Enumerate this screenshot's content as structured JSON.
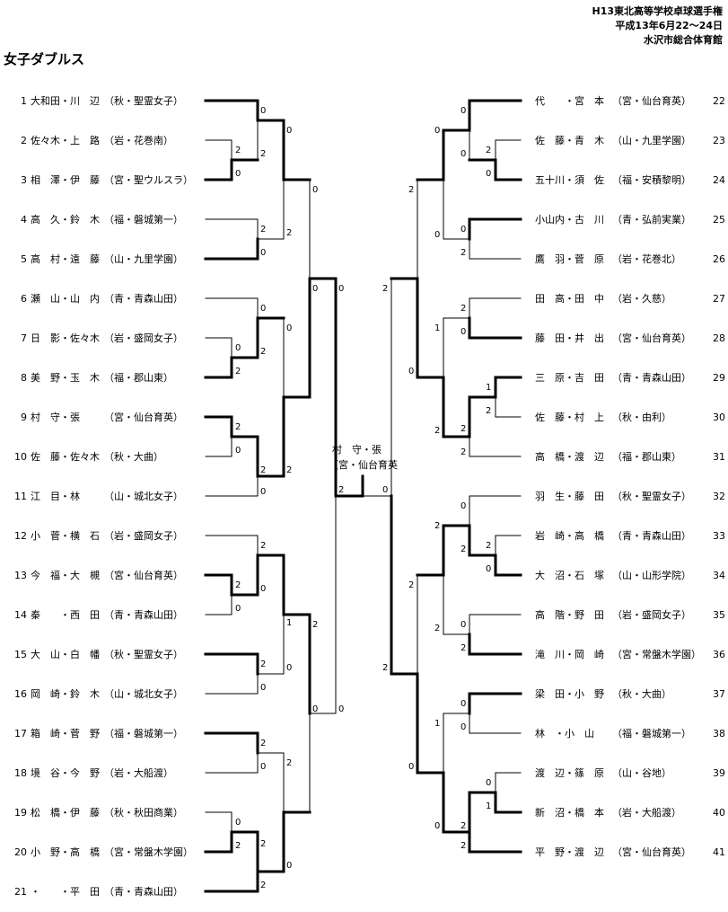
{
  "header": {
    "line1": "H13東北高等学校卓球選手権",
    "line2": "平成13年6月22〜24日",
    "line3": "水沢市総合体育館"
  },
  "event_title": "女子ダブルス",
  "winner": {
    "line1": "村　守・張",
    "line2": "（宮・仙台育英"
  },
  "left_players": [
    {
      "num": "1",
      "name": "大和田・川　辺",
      "team": "（秋・聖霊女子）"
    },
    {
      "num": "2",
      "name": "佐々木・上　路",
      "team": "（岩・花巻南）"
    },
    {
      "num": "3",
      "name": "相　澤・伊　藤",
      "team": "（宮・聖ウルスラ）"
    },
    {
      "num": "4",
      "name": "高　久・鈴　木",
      "team": "（福・磐城第一）"
    },
    {
      "num": "5",
      "name": "高　村・遠　藤",
      "team": "（山・九里学園）"
    },
    {
      "num": "6",
      "name": "瀬　山・山　内",
      "team": "（青・青森山田）"
    },
    {
      "num": "7",
      "name": "日　影・佐々木",
      "team": "（岩・盛岡女子）"
    },
    {
      "num": "8",
      "name": "美　野・玉　木",
      "team": "（福・郡山東）"
    },
    {
      "num": "9",
      "name": "村　守・張",
      "team": "（宮・仙台育英）"
    },
    {
      "num": "10",
      "name": "佐　藤・佐々木",
      "team": "（秋・大曲）"
    },
    {
      "num": "11",
      "name": "江　目・林",
      "team": "（山・城北女子）"
    },
    {
      "num": "12",
      "name": "小　菅・横　石",
      "team": "（岩・盛岡女子）"
    },
    {
      "num": "13",
      "name": "今　福・大　槻",
      "team": "（宮・仙台育英）"
    },
    {
      "num": "14",
      "name": "秦　　・西　田",
      "team": "（青・青森山田）"
    },
    {
      "num": "15",
      "name": "大　山・白　幡",
      "team": "（秋・聖霊女子）"
    },
    {
      "num": "16",
      "name": "岡　崎・鈴　木",
      "team": "（山・城北女子）"
    },
    {
      "num": "17",
      "name": "箱　崎・菅　野",
      "team": "（福・磐城第一）"
    },
    {
      "num": "18",
      "name": "境　谷・今　野",
      "team": "（岩・大船渡）"
    },
    {
      "num": "19",
      "name": "松　橋・伊　藤",
      "team": "（秋・秋田商業）"
    },
    {
      "num": "20",
      "name": "小　野・高　橋",
      "team": "（宮・常盤木学園）"
    },
    {
      "num": "21",
      "name": "・　　・平　田",
      "team": "（青・青森山田）"
    }
  ],
  "right_players": [
    {
      "num": "22",
      "name": "代　　・宮　本",
      "team": "（宮・仙台育英）"
    },
    {
      "num": "23",
      "name": "佐　藤・青　木",
      "team": "（山・九里学園）"
    },
    {
      "num": "24",
      "name": "五十川・須　佐",
      "team": "（福・安積黎明）"
    },
    {
      "num": "25",
      "name": "小山内・古　川",
      "team": "（青・弘前実業）"
    },
    {
      "num": "26",
      "name": "鷹　羽・菅　原",
      "team": "（岩・花巻北）"
    },
    {
      "num": "27",
      "name": "田　高・田　中",
      "team": "（岩・久慈）"
    },
    {
      "num": "28",
      "name": "藤　田・井　出",
      "team": "（宮・仙台育英）"
    },
    {
      "num": "29",
      "name": "三　原・吉　田",
      "team": "（青・青森山田）"
    },
    {
      "num": "30",
      "name": "佐　藤・村　上",
      "team": "（秋・由利）"
    },
    {
      "num": "31",
      "name": "高　橋・渡　辺",
      "team": "（福・郡山東）"
    },
    {
      "num": "32",
      "name": "羽　生・藤　田",
      "team": "（秋・聖霊女子）"
    },
    {
      "num": "33",
      "name": "岩　崎・高　橋",
      "team": "（青・青森山田）"
    },
    {
      "num": "34",
      "name": "大　沼・石　塚",
      "team": "（山・山形学院）"
    },
    {
      "num": "35",
      "name": "高　階・野　田",
      "team": "（岩・盛岡女子）"
    },
    {
      "num": "36",
      "name": "滝　川・岡　崎",
      "team": "（宮・常盤木学園）"
    },
    {
      "num": "37",
      "name": "梁　田・小　野",
      "team": "（秋・大曲）"
    },
    {
      "num": "38",
      "name": "林　・小　山",
      "team": "（福・磐城第一）"
    },
    {
      "num": "39",
      "name": "渡　辺・篠　原",
      "team": "（山・谷地）"
    },
    {
      "num": "40",
      "name": "新　沼・橋　本",
      "team": "（岩・大船渡）"
    },
    {
      "num": "41",
      "name": "平　野・渡　辺",
      "team": "（宮・仙台育英）"
    }
  ],
  "left_scores": [
    {
      "v": "2"
    },
    {
      "v": "0"
    },
    {
      "v": "0"
    },
    {
      "v": "2"
    },
    {
      "v": "2"
    },
    {
      "v": "0"
    },
    {
      "v": "2"
    },
    {
      "v": "0"
    },
    {
      "v": "0"
    },
    {
      "v": "2"
    },
    {
      "v": "0"
    },
    {
      "v": "2"
    },
    {
      "v": "2"
    },
    {
      "v": "0"
    },
    {
      "v": "0"
    },
    {
      "v": "2"
    },
    {
      "v": "2"
    },
    {
      "v": "0"
    },
    {
      "v": "2"
    },
    {
      "v": "0"
    },
    {
      "v": "2"
    },
    {
      "v": "0"
    },
    {
      "v": "2"
    },
    {
      "v": "0"
    },
    {
      "v": "2"
    },
    {
      "v": "2"
    },
    {
      "v": "0"
    },
    {
      "v": "2"
    },
    {
      "v": "0"
    },
    {
      "v": "2"
    },
    {
      "v": "1"
    },
    {
      "v": "0"
    },
    {
      "v": "2"
    },
    {
      "v": "0"
    },
    {
      "v": "0"
    },
    {
      "v": "0"
    },
    {
      "v": "2"
    },
    {
      "v": "0"
    },
    {
      "v": "0"
    },
    {
      "v": "0"
    },
    {
      "v": "2"
    },
    {
      "v": "2"
    }
  ],
  "right_scores": [
    {
      "v": "2"
    },
    {
      "v": "0"
    },
    {
      "v": "1"
    },
    {
      "v": "2"
    },
    {
      "v": "2"
    },
    {
      "v": "0"
    },
    {
      "v": "0"
    },
    {
      "v": "1"
    },
    {
      "v": "0"
    },
    {
      "v": "0"
    },
    {
      "v": "0"
    },
    {
      "v": "2"
    },
    {
      "v": "2"
    },
    {
      "v": "0"
    },
    {
      "v": "2"
    },
    {
      "v": "2"
    },
    {
      "v": "0"
    },
    {
      "v": "2"
    },
    {
      "v": "0"
    },
    {
      "v": "2"
    },
    {
      "v": "0"
    },
    {
      "v": "0"
    },
    {
      "v": "2"
    },
    {
      "v": "2"
    },
    {
      "v": "0"
    },
    {
      "v": "0"
    },
    {
      "v": "1"
    },
    {
      "v": "2"
    },
    {
      "v": "2"
    },
    {
      "v": "2"
    },
    {
      "v": "1"
    },
    {
      "v": "0"
    },
    {
      "v": "2"
    },
    {
      "v": "0"
    },
    {
      "v": "2"
    },
    {
      "v": "0"
    },
    {
      "v": "2"
    },
    {
      "v": "2"
    },
    {
      "v": "0"
    },
    {
      "v": "2"
    }
  ],
  "final_scores": [
    {
      "v": "2"
    },
    {
      "v": "0"
    }
  ]
}
